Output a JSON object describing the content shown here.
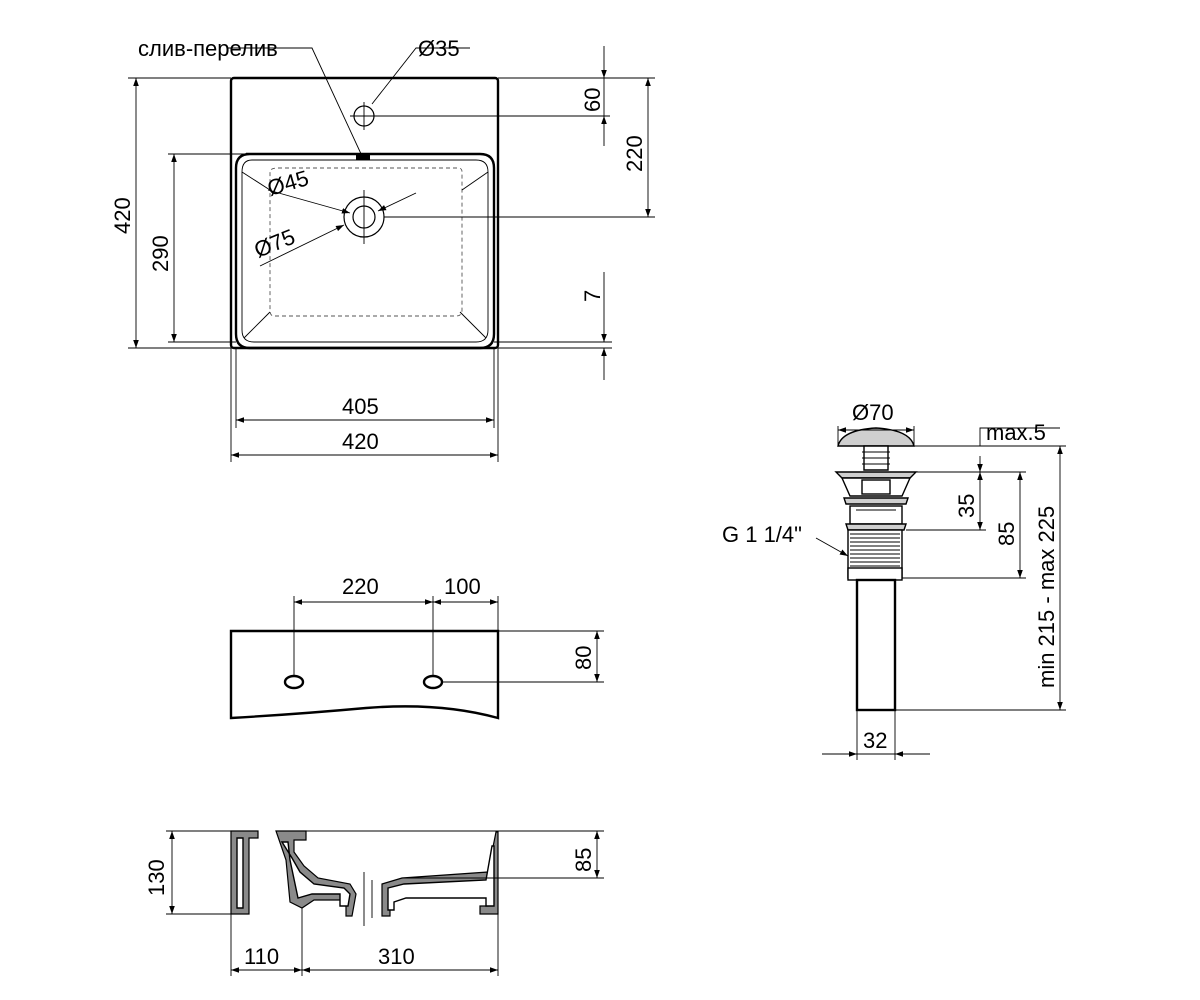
{
  "top_view": {
    "overflow_label": "слив-перелив",
    "tap_hole_diameter": "Ø35",
    "drain_inner_diameter": "Ø45",
    "drain_outer_diameter": "Ø75",
    "dim_tap_offset": "60",
    "dim_drain_offset": "220",
    "dim_total_height": "420",
    "dim_bowl_height": "290",
    "dim_rim": "7",
    "dim_bowl_width": "405",
    "dim_total_width": "420"
  },
  "front_view": {
    "dim_hole_spacing": "220",
    "dim_hole_edge": "100",
    "dim_hole_height": "80"
  },
  "side_view": {
    "dim_total_depth": "130",
    "dim_bowl_depth": "85",
    "dim_back": "110",
    "dim_front": "310"
  },
  "drain_fitting": {
    "cap_diameter": "Ø70",
    "cap_raise": "max.5",
    "flange_height": "35",
    "body_height": "85",
    "thread_label": "G 1 1/4\"",
    "length_range": "min 215 - max 225",
    "pipe_diameter": "32"
  }
}
